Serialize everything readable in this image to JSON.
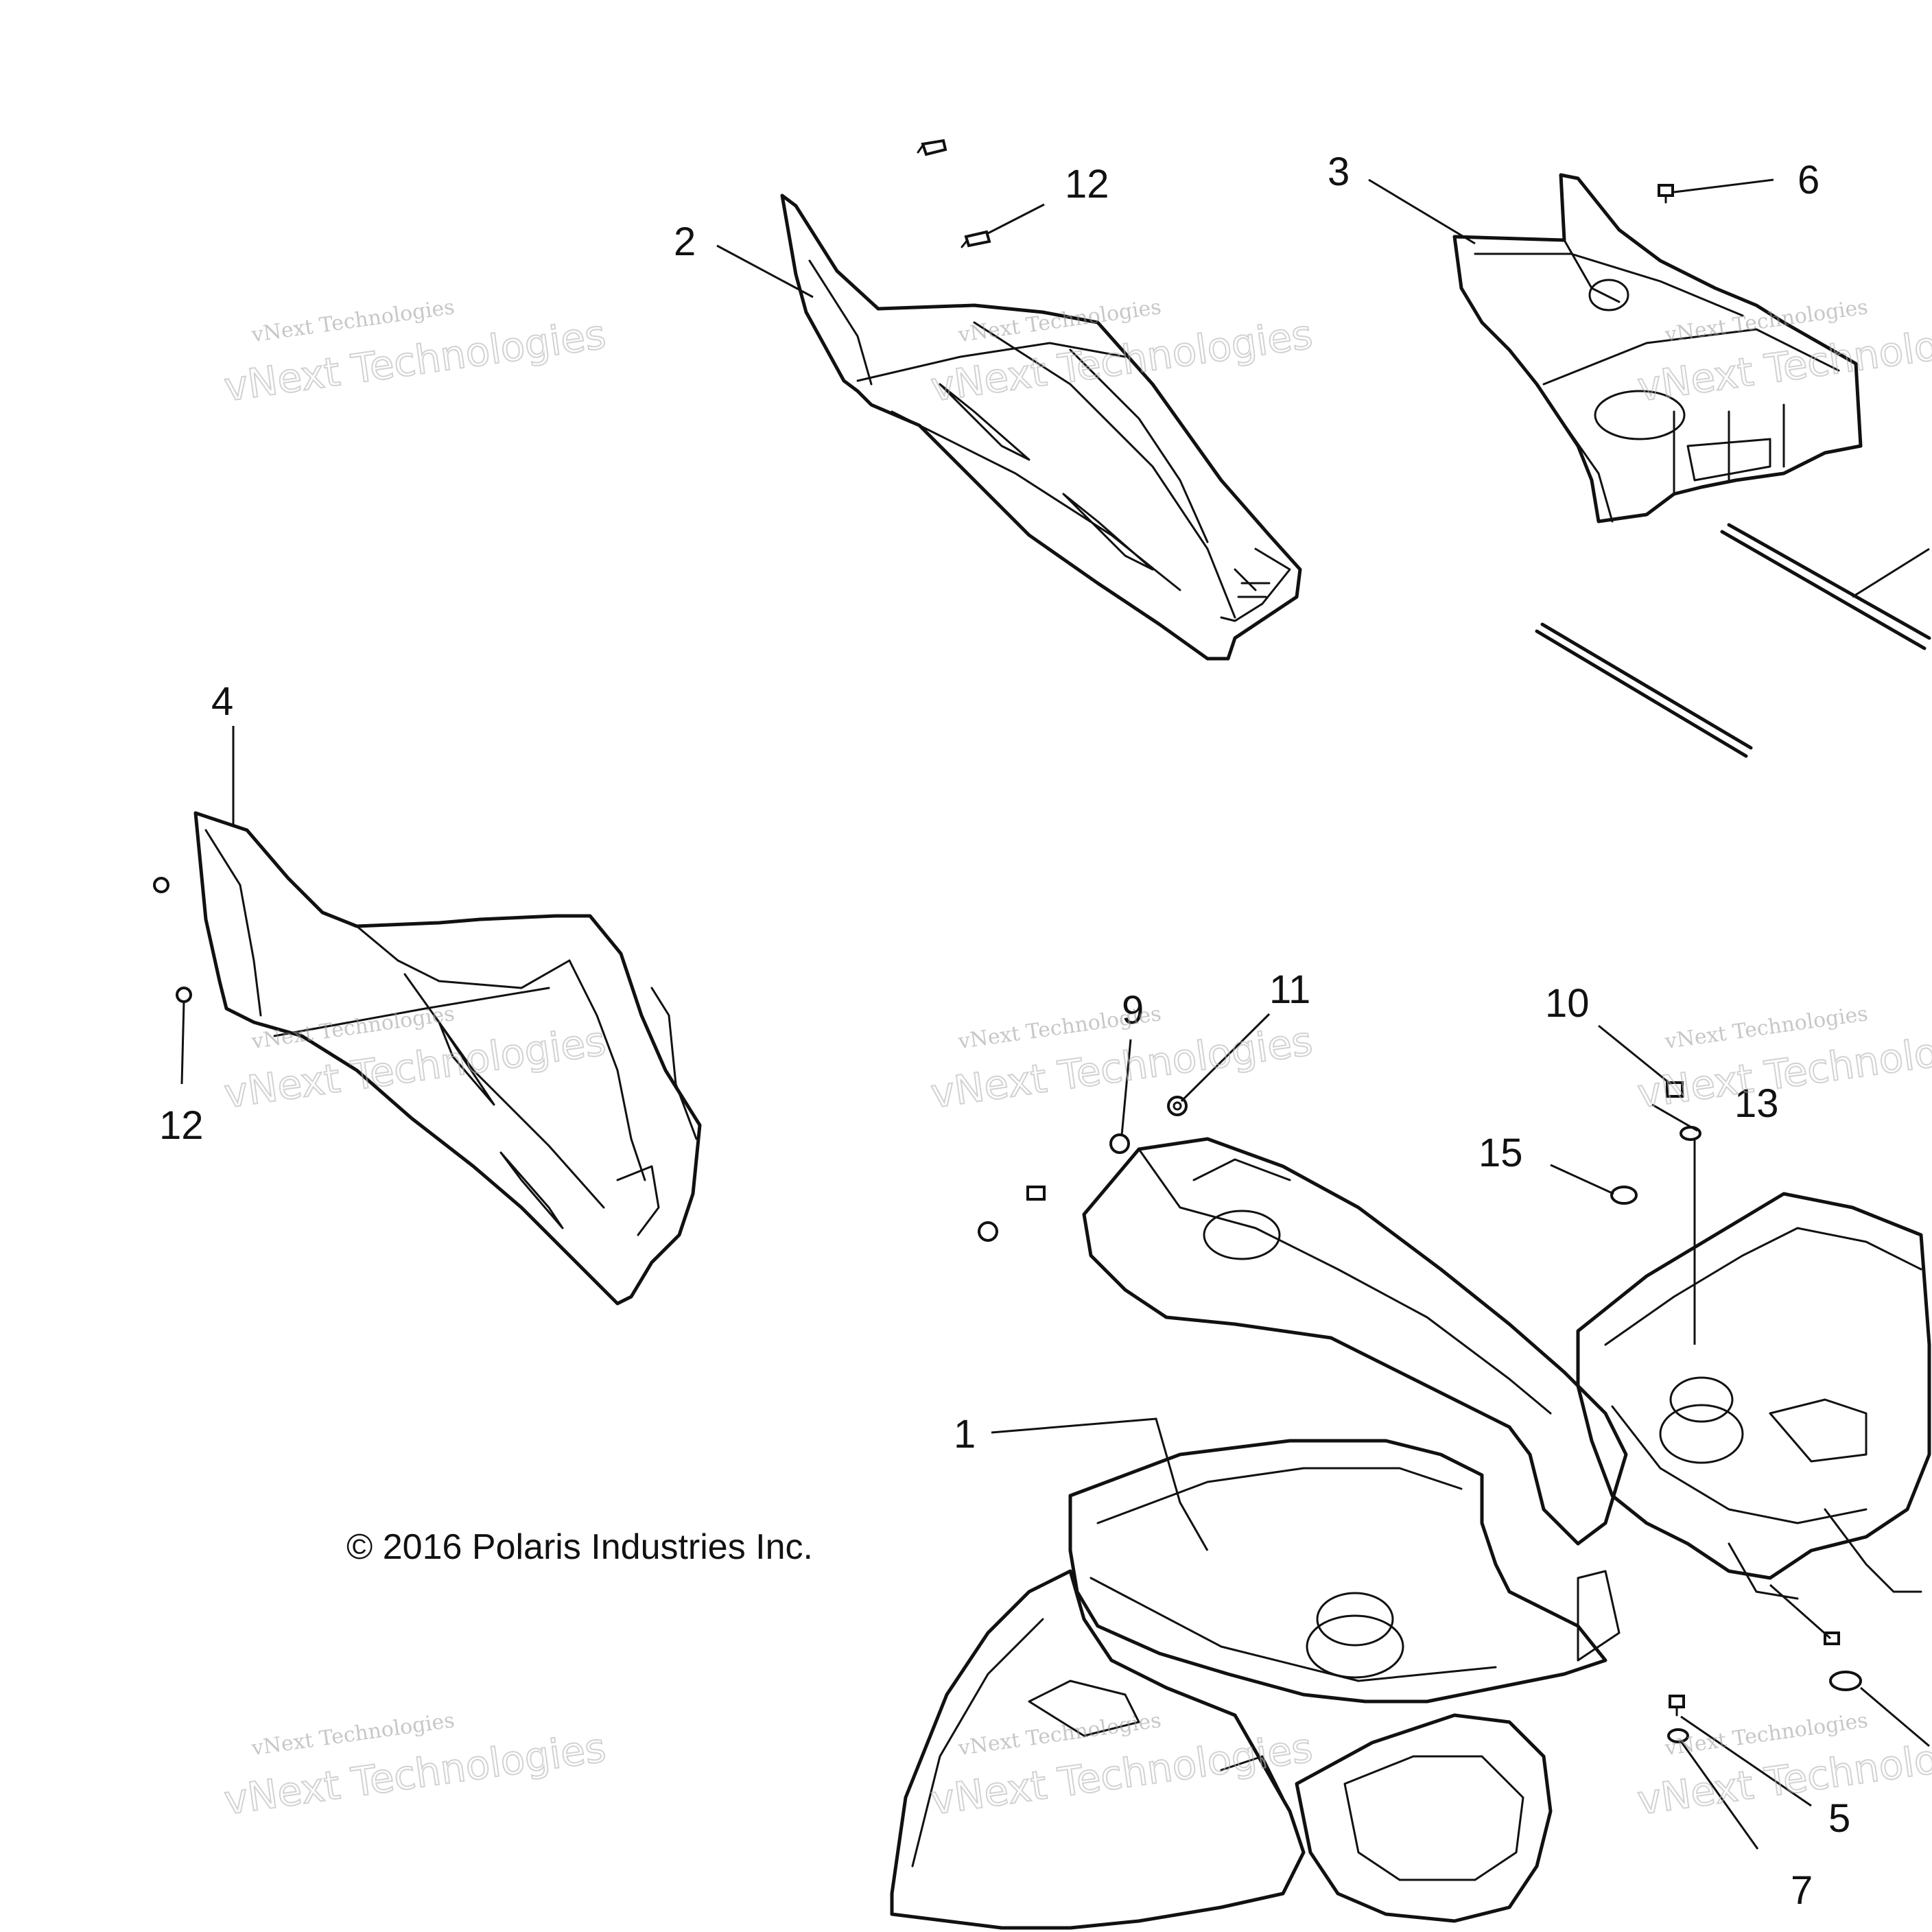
{
  "copyright": "© 2016 Polaris Industries Inc.",
  "watermark": {
    "line1": "vNext Technologies",
    "line2": "vNext Technologies"
  },
  "callouts": {
    "c1": "1",
    "c2": "2",
    "c3": "3",
    "c4": "4",
    "c5": "5",
    "c6": "6",
    "c7": "7",
    "c9": "9",
    "c10": "10",
    "c11": "11",
    "c12a": "12",
    "c12b": "12",
    "c13": "13",
    "c15": "15"
  },
  "colors": {
    "line": "#111111",
    "background": "#ffffff",
    "watermark": "#9a9a9a"
  }
}
